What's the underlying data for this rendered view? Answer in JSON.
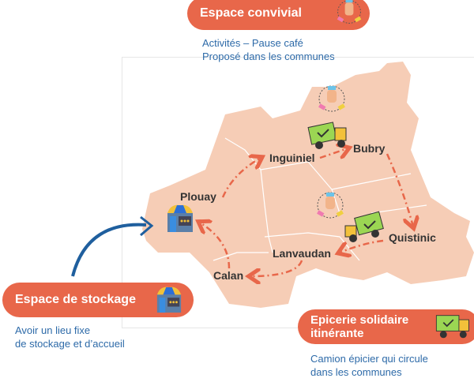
{
  "convivial": {
    "title": "Espace convivial",
    "lines": [
      "Activités – Pause café",
      "Proposé dans les communes"
    ]
  },
  "stockage": {
    "title": "Espace de stockage",
    "lines": [
      "Avoir un lieu fixe",
      "de stockage et d’accueil"
    ]
  },
  "epicerie": {
    "title_lines": [
      "Epicerie solidaire",
      "itinérante"
    ],
    "lines": [
      "Camion épicier qui circule",
      "dans les communes"
    ]
  },
  "towns": {
    "plouay": "Plouay",
    "inguiniel": "Inguiniel",
    "bubry": "Bubry",
    "quistinic": "Quistinic",
    "lanvaudan": "Lanvaudan",
    "calan": "Calan"
  },
  "colors": {
    "accent": "#e8674a",
    "map": "#f6cdb6",
    "text_blue": "#2d6aa8",
    "route": "#e8674a"
  }
}
